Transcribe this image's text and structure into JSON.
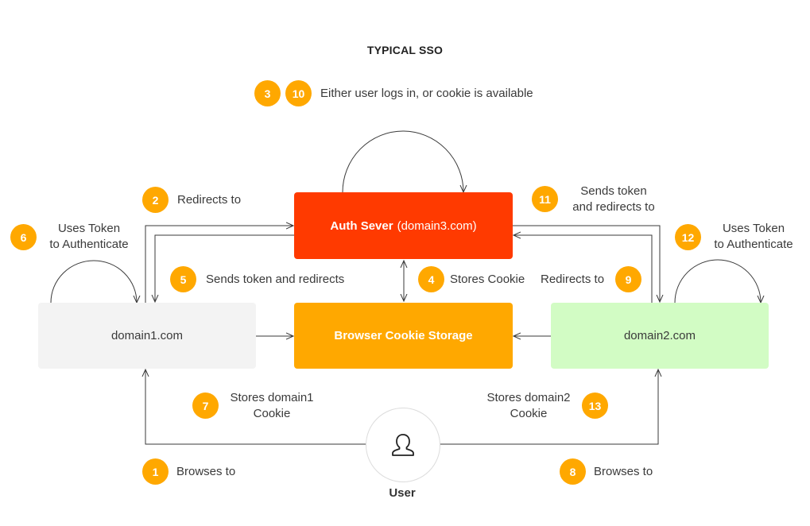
{
  "title": "TYPICAL SSO",
  "colors": {
    "auth_server": "#FF3A00",
    "cookie_storage": "#FFA800",
    "domain1": "#F3F3F3",
    "domain2": "#D2FCC4",
    "badge": "#FFA800",
    "line": "#3a3a3a"
  },
  "nodes": {
    "auth_server": {
      "name_bold": "Auth Sever",
      "name_rest": "(domain3.com)"
    },
    "cookie_storage": {
      "name": "Browser Cookie Storage"
    },
    "domain1": {
      "name": "domain1.com"
    },
    "domain2": {
      "name": "domain2.com"
    },
    "user": {
      "name": "User",
      "icon": "user-icon"
    }
  },
  "steps": {
    "s1": {
      "number": "1",
      "text": "Browses to"
    },
    "s2": {
      "number": "2",
      "text": "Redirects to"
    },
    "s3": {
      "number": "3"
    },
    "s10": {
      "number": "10"
    },
    "s3_10_text": "Either user logs in, or cookie is available",
    "s4": {
      "number": "4",
      "text": "Stores Cookie"
    },
    "s5": {
      "number": "5",
      "text": "Sends token and redirects"
    },
    "s6": {
      "number": "6",
      "line1": "Uses Token",
      "line2": "to Authenticate"
    },
    "s7": {
      "number": "7",
      "line1": "Stores domain1",
      "line2": "Cookie"
    },
    "s8": {
      "number": "8",
      "text": "Browses to"
    },
    "s9": {
      "number": "9",
      "text": "Redirects to"
    },
    "s11": {
      "number": "11",
      "line1": "Sends token",
      "line2": "and redirects to"
    },
    "s12": {
      "number": "12",
      "line1": "Uses Token",
      "line2": "to Authenticate"
    },
    "s13": {
      "number": "13",
      "line1": "Stores domain2",
      "line2": "Cookie"
    }
  }
}
